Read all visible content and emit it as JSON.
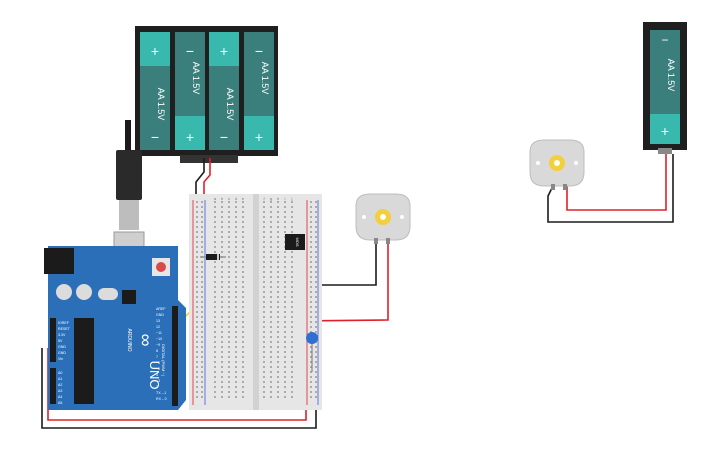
{
  "colors": {
    "battery_body": "#3b7f7c",
    "battery_cap": "#39b8ae",
    "holder": "#1f1f1f",
    "arduino": "#2a6fb7",
    "breadboard": "#e6e6e6",
    "wire_red": "#e0202a",
    "wire_black": "#1b1b1b",
    "wire_yellow": "#f1d21a",
    "motor": "#d9d9d9",
    "motor_hub": "#f4cf3c",
    "capacitor": "#2f6fd1"
  },
  "battery_pack": {
    "cells": [
      {
        "label": "AA 1.5V",
        "top": "+",
        "bottom": "−",
        "orientation": "plus-top"
      },
      {
        "label": "AA 1.5V",
        "top": "−",
        "bottom": "+",
        "orientation": "plus-bottom"
      },
      {
        "label": "AA 1.5V",
        "top": "+",
        "bottom": "−",
        "orientation": "plus-top"
      },
      {
        "label": "AA 1.5V",
        "top": "−",
        "bottom": "+",
        "orientation": "plus-bottom"
      }
    ]
  },
  "single_battery": {
    "label": "AA 1.5V",
    "top": "−",
    "bottom": "+"
  },
  "arduino": {
    "logo": "∞",
    "model": "UNO",
    "brand": "ARDUINO",
    "power_labels": [
      "IOREF",
      "RESET",
      "3.3V",
      "5V",
      "GND",
      "GND",
      "Vin"
    ],
    "analog_labels": [
      "A0",
      "A1",
      "A2",
      "A3",
      "A4",
      "A5"
    ],
    "digital_labels": [
      "AREF",
      "GND",
      "13",
      "12",
      "~11",
      "~10",
      "~9",
      "8",
      "7",
      "~6",
      "~5",
      "4",
      "~3",
      "2",
      "TX→1",
      "RX←0"
    ],
    "section_digital": "DIGITAL (PWM ~)",
    "section_power": "POWER",
    "section_analog": "ANALOG IN"
  },
  "breadboard": {
    "col_letters_left": [
      "a",
      "b",
      "c",
      "d",
      "e"
    ],
    "col_letters_right": [
      "f",
      "g",
      "h",
      "i",
      "j"
    ]
  },
  "ic": {
    "label": "MOS"
  }
}
